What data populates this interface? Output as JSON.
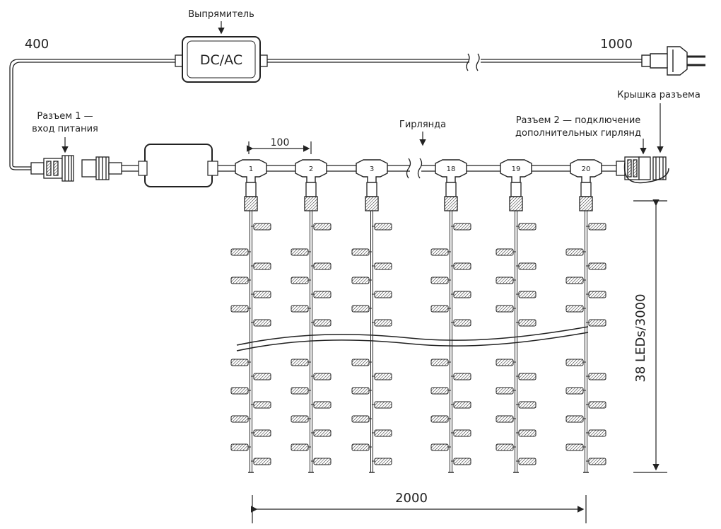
{
  "labels": {
    "rectifier": "Выпрямитель",
    "dcac": "DC/AC",
    "len_left": "400",
    "len_right": "1000",
    "connector1_line1": "Разъем 1 —",
    "connector1_line2": "вход питания",
    "cap": "Крышка разъема",
    "connector2_line1": "Разъем 2 — подключение",
    "connector2_line2": "дополнительных гирлянд",
    "garland": "Гирлянда",
    "spacing": "100",
    "width": "2000",
    "height": "38 LEDs/3000"
  },
  "strands": [
    "1",
    "2",
    "3",
    "18",
    "19",
    "20"
  ],
  "colors": {
    "line": "#222222",
    "background": "#ffffff"
  }
}
